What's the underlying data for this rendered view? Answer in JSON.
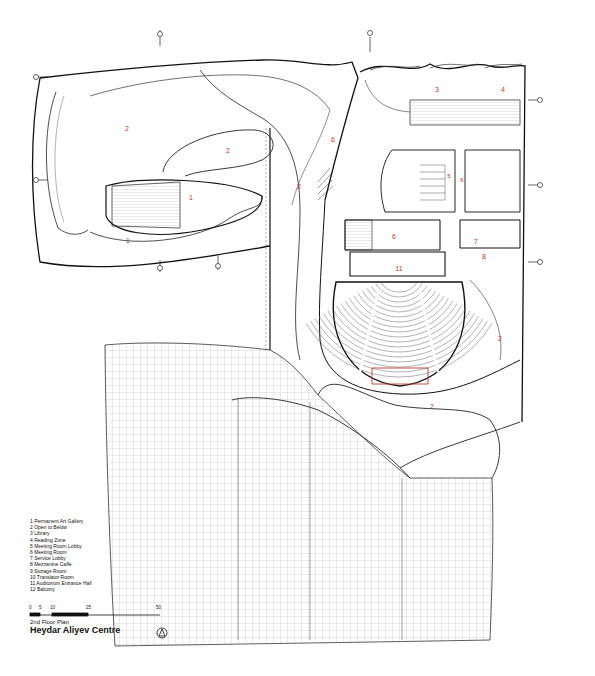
{
  "diagram": {
    "title": "Heydar Aliyev Centre",
    "labels": [
      "2",
      "2",
      "1",
      "1",
      "2",
      "6",
      "3",
      "4",
      "5",
      "6",
      "6",
      "7",
      "8",
      "11",
      "2",
      "2",
      "1 Permanent Art Gallery",
      "2 Open to Below",
      "3 Library",
      "4 Reading Zone",
      "5 Meeting Room Lobby",
      "6 Meeting Room",
      "7 Service Lobby",
      "8 Mezzanine Caffe",
      "9 Storage Room",
      "10 Translator Room",
      "11 Auditorium Entrance Hall",
      "12 Balcony",
      "0",
      "5",
      "10",
      "25",
      "50",
      "2nd Floor Plan"
    ]
  }
}
